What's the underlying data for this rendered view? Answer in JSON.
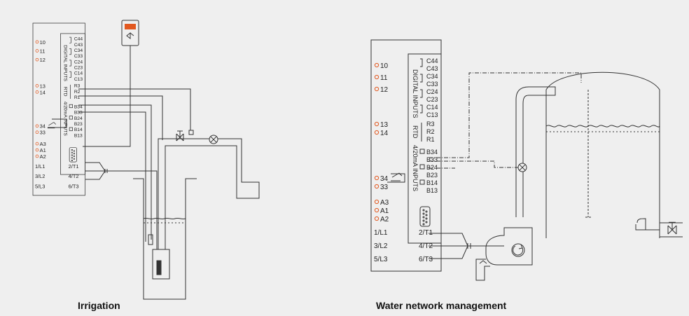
{
  "captions": {
    "left": "Irrigation",
    "right": "Water network management"
  },
  "controller": {
    "terminals_control": [
      "10",
      "11",
      "12"
    ],
    "terminals_aux": [
      "13",
      "14"
    ],
    "terminals_pump": [
      "34",
      "33"
    ],
    "terminals_analog": [
      "A3",
      "A1",
      "A2"
    ],
    "power_in": [
      "1/L1",
      "3/L2",
      "5/L3"
    ],
    "power_out": [
      "2/T1",
      "4/T2",
      "6/T3"
    ],
    "digital_inputs_label": "DIGITAL INPUTS",
    "digital_inputs": [
      "C44",
      "C43",
      "C34",
      "C33",
      "C24",
      "C23",
      "C14",
      "C13"
    ],
    "rtd_label": "RTD",
    "rtd_terminals": [
      "R3",
      "R2",
      "R1"
    ],
    "analog_inputs_label": "4/20mA INPUTS",
    "analog_inputs": [
      "B34",
      "B33",
      "B24",
      "B23",
      "B14",
      "B13"
    ]
  },
  "colors": {
    "background": "#efefef",
    "line": "#333333",
    "terminal": "#e2581f",
    "display": "#e2581f"
  }
}
